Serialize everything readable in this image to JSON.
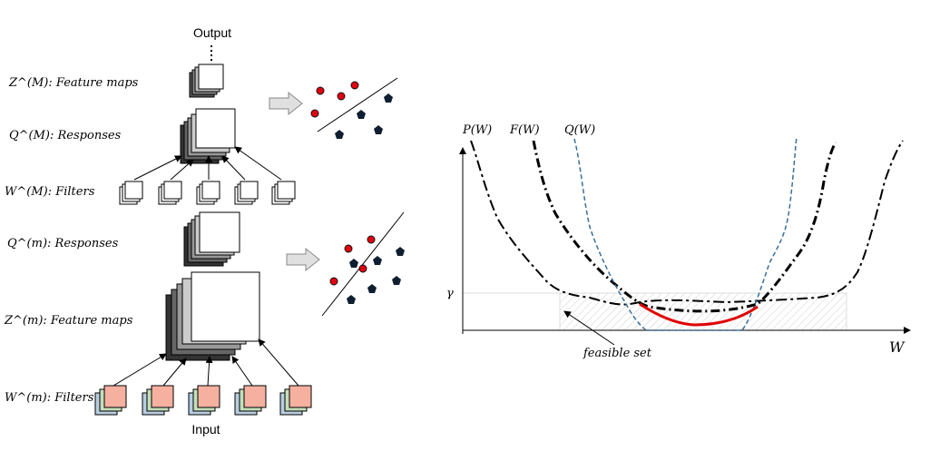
{
  "network": {
    "output_label": "Output",
    "input_label": "Input",
    "layer_M": {
      "feature_maps_label": "Z^(M): Feature maps",
      "responses_label": "Q^(M): Responses",
      "filters_label": "W^(M): Filters"
    },
    "layer_m": {
      "responses_label": "Q^(m): Responses",
      "feature_maps_label": "Z^(m): Feature maps",
      "filters_label": "W^(m): Filters"
    }
  },
  "colors": {
    "red_points": "#e3000f",
    "dark_points": "#0f1e30",
    "filter_fill_m": "#f5b0a0",
    "filter_back_green": "#c5dfb8",
    "filter_back_blue": "#b7cde0",
    "curve_Q": "#3a6f9a",
    "optimum": "#e00000"
  },
  "plot": {
    "curve_labels": [
      "P(W)",
      "F(W)",
      "Q(W)"
    ],
    "x_axis_label": "W",
    "gamma_label": "γ",
    "feasible_label": "feasible set"
  }
}
